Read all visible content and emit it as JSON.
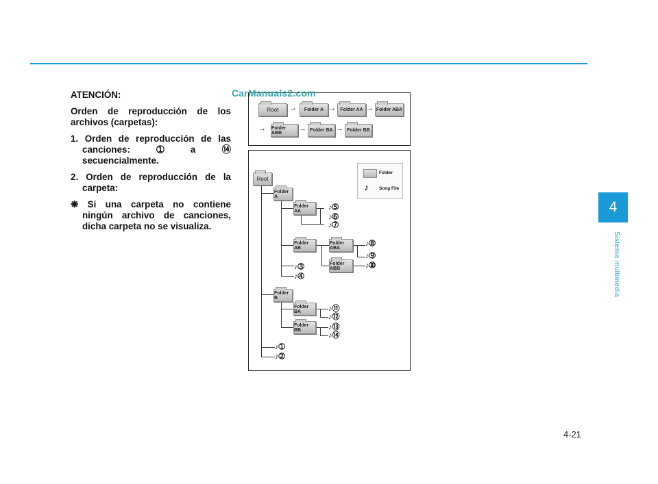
{
  "notice": {
    "heading": "ATENCIÓN:",
    "intro_line1": "Orden de reproducción de los",
    "intro_line2": "archivos (carpetas):",
    "item1_line1": "1. Orden de reproducción de las",
    "item1_line2": "canciones:     ➀     a     ⑭",
    "item1_line3": "secuencialmente.",
    "item2_line1": "2. Orden de reproducción de la",
    "item2_line2": "carpeta:",
    "item3_line1": "❋ Si una carpeta no contiene",
    "item3_line2": "ningún archivo de canciones,",
    "item3_line3": "dicha carpeta no se visualiza."
  },
  "watermark": "CarManuals2.com",
  "order_diagram": {
    "arrow": "→",
    "row1": [
      "Root",
      "Folder A",
      "Folder AA",
      "Folder ABA"
    ],
    "row2": [
      "Folder ABB",
      "Folder BA",
      "Folder BB"
    ]
  },
  "tree_diagram": {
    "root": "Root",
    "folders": {
      "a": "Folder A",
      "aa": "Folder AA",
      "ab": "Folder AB",
      "aba": "Folder ABA",
      "abb": "Folder ABB",
      "b": "Folder B",
      "ba": "Folder BA",
      "bb": "Folder BB"
    },
    "songs": {
      "s1": "♪➀",
      "s2": "♪➁",
      "s3": "♪➂",
      "s4": "♪➃",
      "s5": "♪➄",
      "s6": "♪➅",
      "s7": "♪➆",
      "s8": "♪➇",
      "s9": "♪➈",
      "s10": "♪➉",
      "s11": "♪⑪",
      "s12": "♪⑫",
      "s13": "♪⑬",
      "s14": "♪⑭"
    },
    "legend": {
      "folder_label": "Folder",
      "song_label": "Song File",
      "song_symbol": "♪"
    }
  },
  "chapter_tab": "4",
  "side_title": "Sistema multimedia",
  "page_number": "4-21",
  "colors": {
    "accent": "#1a9bd7",
    "watermark": "#36a6ae"
  }
}
